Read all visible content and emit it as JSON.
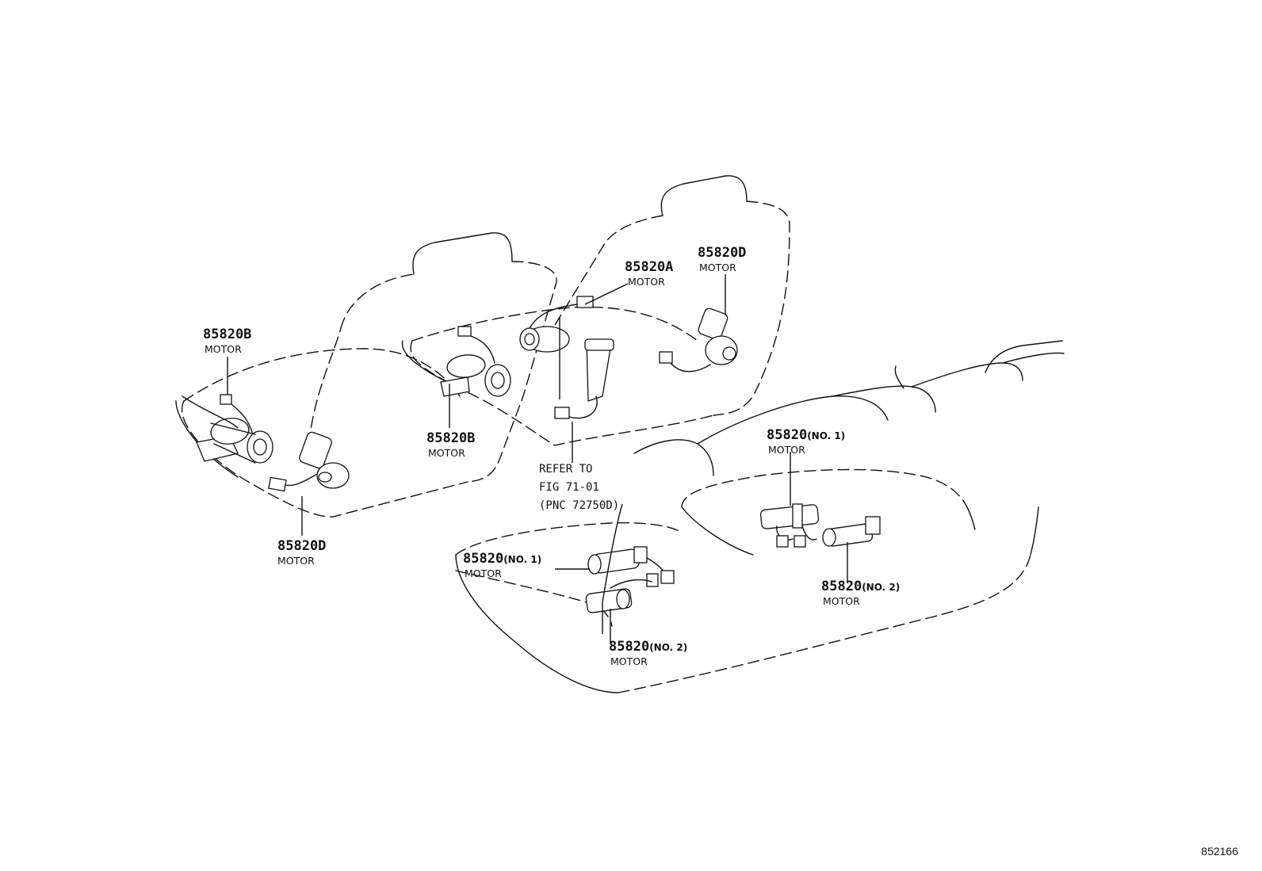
{
  "callouts": {
    "left_b": {
      "part": "85820B",
      "suffix": "",
      "name": "MOTOR"
    },
    "left_d": {
      "part": "85820D",
      "suffix": "",
      "name": "MOTOR"
    },
    "mid_b": {
      "part": "85820B",
      "suffix": "",
      "name": "MOTOR"
    },
    "mid_a": {
      "part": "85820A",
      "suffix": "",
      "name": "MOTOR"
    },
    "mid_d": {
      "part": "85820D",
      "suffix": "",
      "name": "MOTOR"
    },
    "rl_no1": {
      "part": "85820",
      "suffix": "(NO. 1)",
      "name": "MOTOR"
    },
    "rl_no2": {
      "part": "85820",
      "suffix": "(NO. 2)",
      "name": "MOTOR"
    },
    "rr_no1": {
      "part": "85820",
      "suffix": "(NO. 1)",
      "name": "MOTOR"
    },
    "rr_no2": {
      "part": "85820",
      "suffix": "(NO. 2)",
      "name": "MOTOR"
    }
  },
  "reference": {
    "line1": "REFER TO",
    "line2": "FIG 71-01",
    "line3": "(PNC 72750D)"
  },
  "figure_id": "852166"
}
